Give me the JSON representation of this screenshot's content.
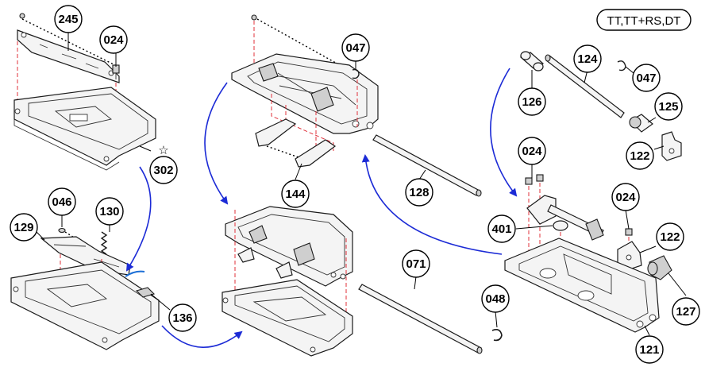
{
  "model_label": "TT,TT+RS,DT",
  "star_symbol": "☆",
  "callouts": {
    "c245": "245",
    "c024a": "024",
    "c302": "302",
    "c046": "046",
    "c130": "130",
    "c129": "129",
    "c136": "136",
    "c047a": "047",
    "c144": "144",
    "c128": "128",
    "c071": "071",
    "c048": "048",
    "c124": "124",
    "c047b": "047",
    "c126": "126",
    "c125": "125",
    "c122a": "122",
    "c024b": "024",
    "c024c": "024",
    "c401": "401",
    "c122b": "122",
    "c127": "127",
    "c121": "121"
  },
  "colors": {
    "flow_arrow": "#1c2bd6",
    "assembly_line": "#e0303a",
    "outline": "#1a1a1a"
  }
}
